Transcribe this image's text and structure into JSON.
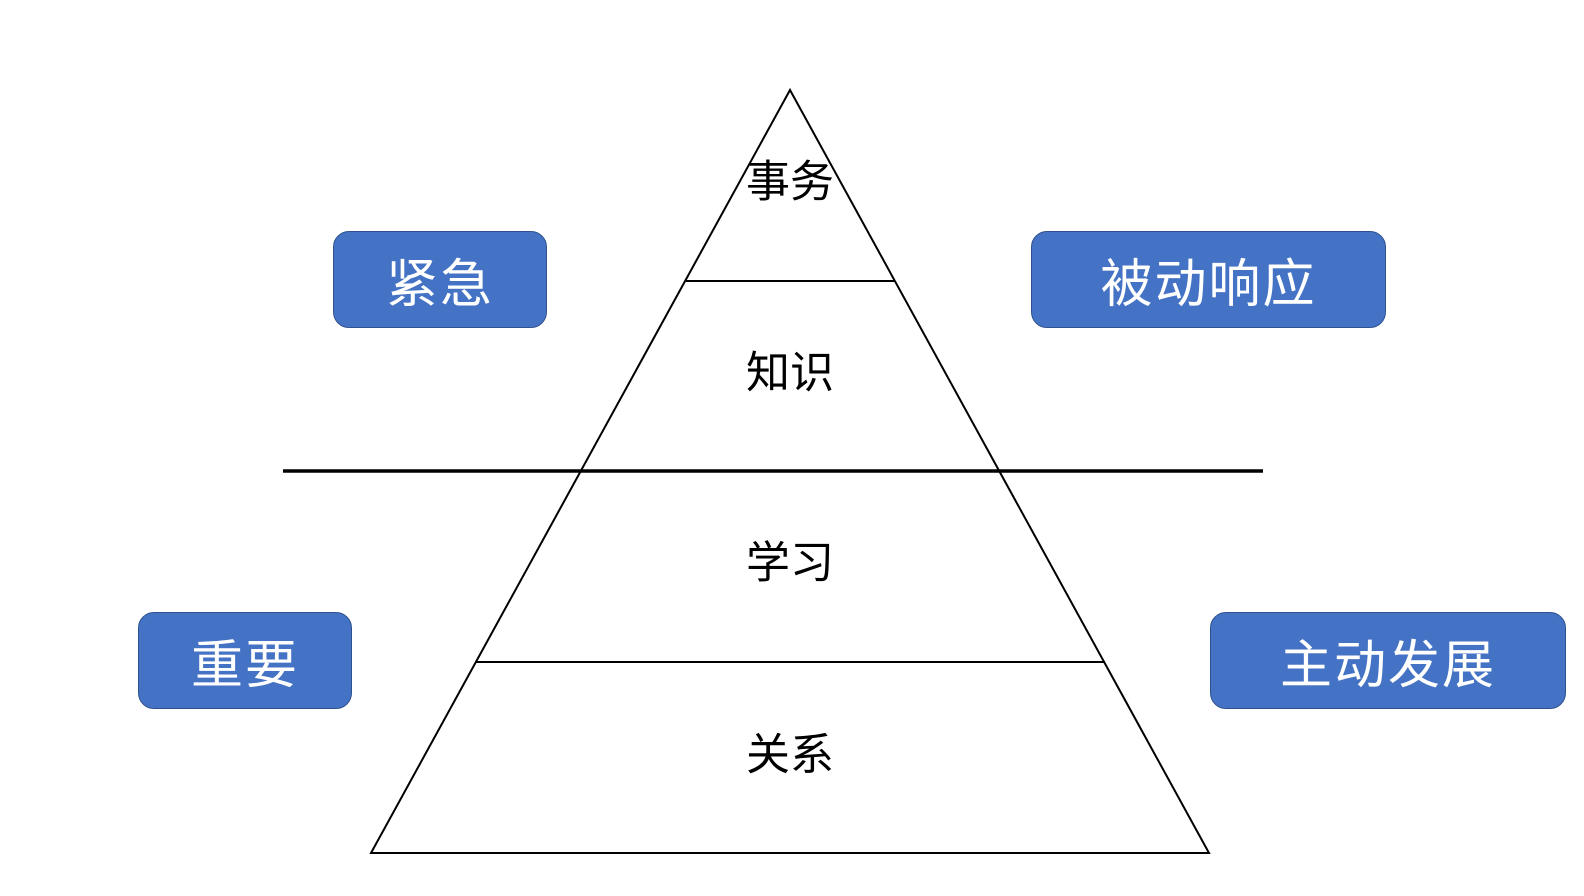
{
  "pyramid": {
    "tiers": [
      {
        "label": "事务"
      },
      {
        "label": "知识"
      },
      {
        "label": "学习"
      },
      {
        "label": "关系"
      }
    ]
  },
  "tags": {
    "urgent": "紧急",
    "reactive": "被动响应",
    "important": "重要",
    "proactive": "主动发展"
  },
  "colors": {
    "tag_fill": "#4472c4",
    "tag_border": "#2f528f",
    "tag_text": "#ffffff",
    "line": "#000000"
  }
}
